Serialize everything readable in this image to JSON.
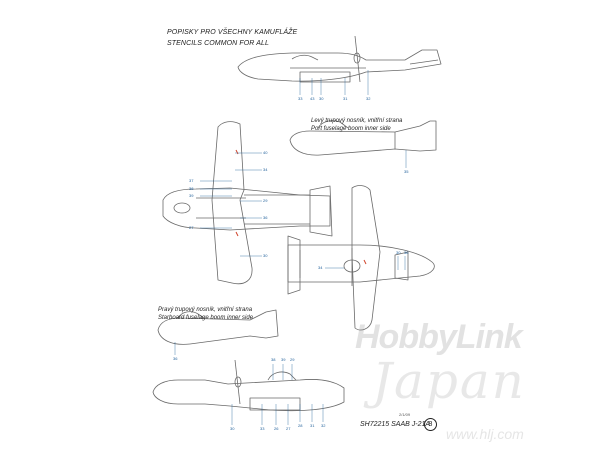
{
  "header": {
    "line1": "POPISKY PRO VŠECHNY KAMUFLÁŽE",
    "line2": "STENCILS COMMON FOR ALL"
  },
  "captions": {
    "port_cz": "Levý trupový nosník, vnitřní strana",
    "port_en": "Port fuselage boom inner side",
    "starboard_cz": "Pravý trupový nosník, vnitřní strana",
    "starboard_en": "Starboard fuselage boom inner side"
  },
  "refs": {
    "top_side": [
      "33",
      "43",
      "30",
      "31",
      "32"
    ],
    "port_boom": [
      "35"
    ],
    "plan_left": [
      "40",
      "34",
      "37",
      "38",
      "39",
      "29",
      "36",
      "27",
      "30"
    ],
    "plan_right": [
      "34",
      "30",
      "36"
    ],
    "starboard_boom": [
      "36"
    ],
    "bottom_side_top": [
      "38",
      "39",
      "29"
    ],
    "bottom_side_bottom": [
      "30",
      "33",
      "26",
      "27",
      "28",
      "31",
      "32"
    ]
  },
  "footer": {
    "code": "SH72215  SAAB J-21A",
    "sheet_number": "8",
    "small_note": "2/1/09"
  },
  "watermark": {
    "brand": "HobbyLink",
    "sub": "Japan",
    "url": "www.hlj.com"
  },
  "colors": {
    "outline": "#6a6a6a",
    "reference_number": "#1f5f9a",
    "stencil_red": "#d0432a",
    "watermark": "#9a9a9a"
  }
}
